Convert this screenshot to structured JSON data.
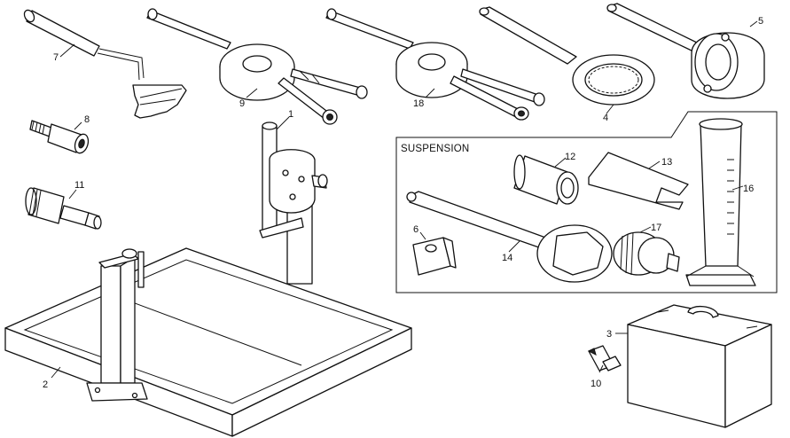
{
  "suspension_box": {
    "label": "SUSPENSION"
  },
  "callouts": {
    "c1": "1",
    "c2": "2",
    "c3": "3",
    "c4": "4",
    "c5": "5",
    "c6": "6",
    "c7": "7",
    "c8": "8",
    "c9": "9",
    "c10": "10",
    "c11": "11",
    "c12": "12",
    "c13": "13",
    "c14": "14",
    "c16": "16",
    "c17": "17",
    "c18": "18"
  }
}
